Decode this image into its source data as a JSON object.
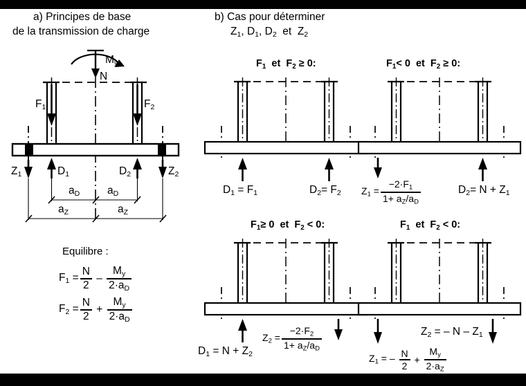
{
  "figure": {
    "panel_a": {
      "title_line1": "a) Principes de base",
      "title_line2": "de la transmission de charge",
      "labels": {
        "moment": "M",
        "moment_sub": "y",
        "normal_force": "N",
        "f1": "F",
        "f1_sub": "1",
        "f2": "F",
        "f2_sub": "2",
        "z1": "Z",
        "z1_sub": "1",
        "z2": "Z",
        "z2_sub": "2",
        "d1": "D",
        "d1_sub": "1",
        "d2": "D",
        "d2_sub": "2",
        "aD_left": "a",
        "aD_left_sub": "D",
        "aD_right": "a",
        "aD_right_sub": "D",
        "aZ_left": "a",
        "aZ_left_sub": "Z",
        "aZ_right": "a",
        "aZ_right_sub": "Z"
      },
      "equilibrium_heading": "Equilibre :",
      "equations": [
        {
          "lhs": "F",
          "lhs_sub": "1",
          "eq": "=",
          "term1_num": "N",
          "term1_den": "2",
          "op": "–",
          "term2_num": "M",
          "term2_num_sub": "y",
          "term2_den": "2·a",
          "term2_den_sub": "D"
        },
        {
          "lhs": "F",
          "lhs_sub": "2",
          "eq": "=",
          "term1_num": "N",
          "term1_den": "2",
          "op": "+",
          "term2_num": "M",
          "term2_num_sub": "y",
          "term2_den": "2·a",
          "term2_den_sub": "D"
        }
      ]
    },
    "panel_b": {
      "title_line1": "b) Cas pour déterminer",
      "title_line2_parts": [
        "Z",
        "1",
        ", D",
        "1",
        ", D",
        "2",
        " et  Z",
        "2"
      ],
      "title_line2": "Z₁, D₁, D₂ et Z₂",
      "cases": [
        {
          "id": "case-1",
          "heading_html": "F<sub>1</sub>  et  F<sub>2</sub> ≥ 0:",
          "heading_text": "F1 et F2 ≥ 0:",
          "left_result": "D₁ = F₁",
          "right_result": "D₂ = F₂",
          "left_arrow": "up",
          "right_arrow": "up"
        },
        {
          "id": "case-2",
          "heading_html": "F<sub>1</sub> < 0  et  F<sub>2</sub> ≥ 0:",
          "heading_text": "F1 < 0 et F2 ≥ 0:",
          "left_result_lhs": "Z",
          "left_result_lhs_sub": "1",
          "left_result_num": "−2·F",
          "left_result_num_sub": "1",
          "left_result_den": "1+ a",
          "left_result_den_sub1": "Z",
          "left_result_den_mid": "/a",
          "left_result_den_sub2": "D",
          "right_result": "D₂ = N + Z₁",
          "left_arrow": "down",
          "right_arrow": "up"
        },
        {
          "id": "case-3",
          "heading_html": "F<sub>1</sub> ≥ 0  et  F<sub>2</sub> < 0:",
          "heading_text": "F1 ≥ 0 et F2 < 0:",
          "left_result": "D₁ = N + Z₂",
          "right_result_lhs": "Z",
          "right_result_lhs_sub": "2",
          "right_result_num": "−2·F",
          "right_result_num_sub": "2",
          "right_result_den": "1+ a",
          "right_result_den_sub1": "Z",
          "right_result_den_mid": "/a",
          "right_result_den_sub2": "D",
          "left_arrow": "up",
          "right_arrow": "down"
        },
        {
          "id": "case-4",
          "heading_html": "F<sub>1</sub>  et  F<sub>2</sub> < 0:",
          "heading_text": "F1 et F2 < 0:",
          "top_result": "Z₂ = – N – Z₁",
          "left_result_lhs": "Z",
          "left_result_lhs_sub": "1",
          "left_result_eq": "= –",
          "left_result_t1_num": "N",
          "left_result_t1_den": "2",
          "left_result_op": "+",
          "left_result_t2_num": "M",
          "left_result_t2_num_sub": "y",
          "left_result_t2_den": "2·a",
          "left_result_t2_den_sub": "Z",
          "left_arrow": "down",
          "right_arrow": "down"
        }
      ]
    },
    "colors": {
      "ink": "#000000",
      "background": "#ffffff",
      "band": "#000000"
    }
  }
}
